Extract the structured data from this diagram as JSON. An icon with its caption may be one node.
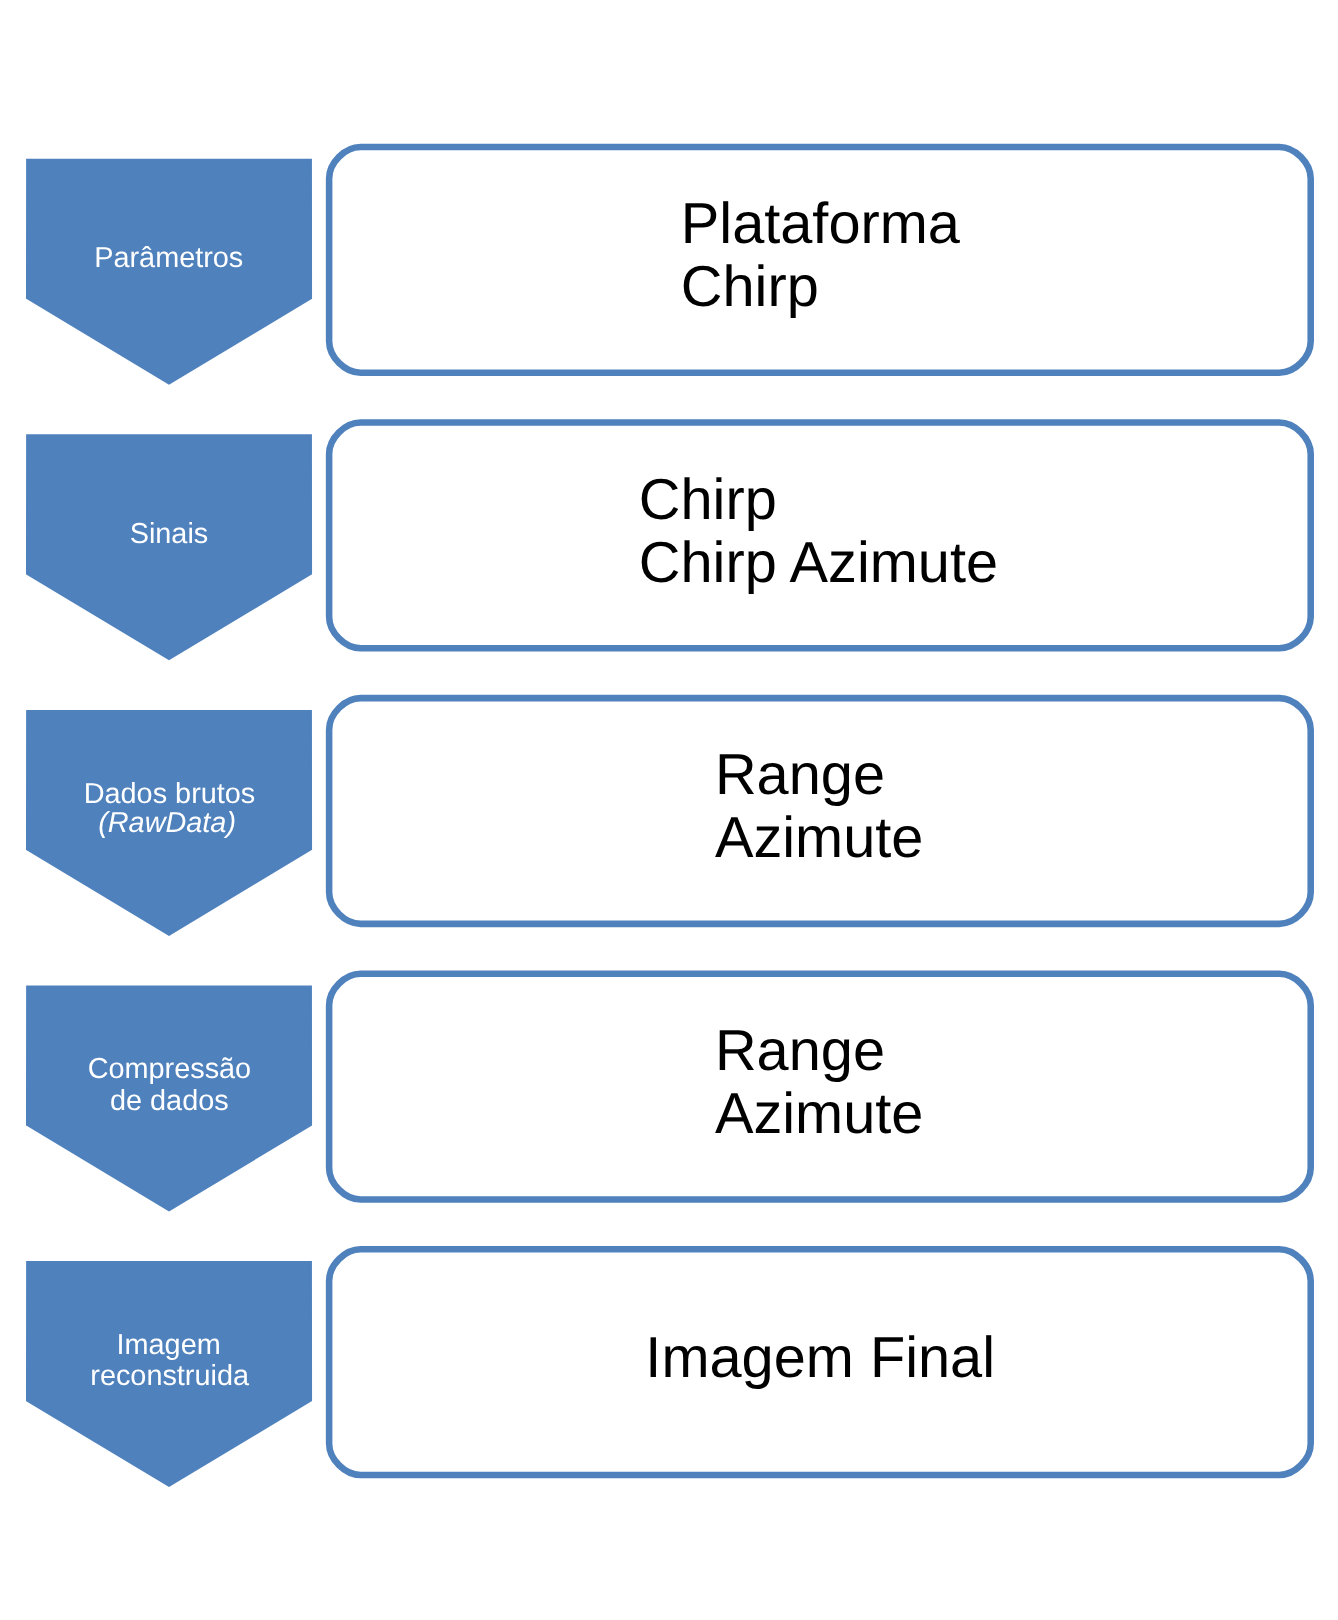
{
  "diagram": {
    "nodes": [
      {
        "text": [
          "Parâmetros"
        ]
      },
      {
        "text": [
          "Plataforma",
          "Chirp"
        ]
      },
      {
        "text": [
          "Sinais"
        ]
      },
      {
        "text": [
          "Chirp",
          "Chirp Azimute"
        ]
      },
      {
        "text": [
          "Dados brutos *(RawData)*"
        ]
      },
      {
        "text": [
          "Range",
          "Azimute"
        ]
      },
      {
        "text": [
          "Compressão de dados"
        ]
      },
      {
        "text": [
          "Range",
          "Azimute"
        ]
      },
      {
        "text": [
          "Imagem reconstruida"
        ]
      },
      {
        "text": [
          "Imagem Final"
        ]
      }
    ]
  }
}
